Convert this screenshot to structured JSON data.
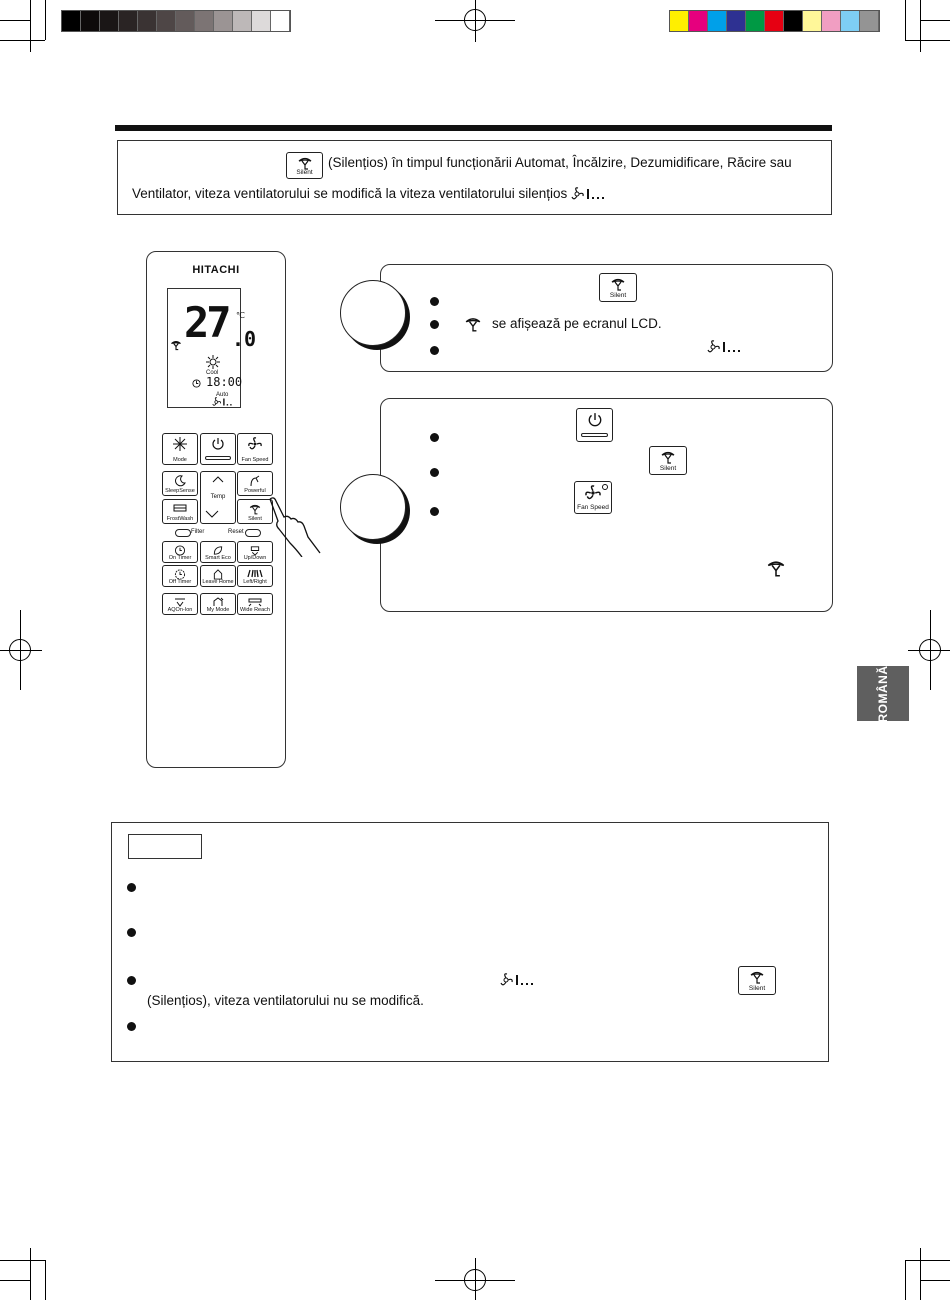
{
  "swatches": {
    "gray": [
      "#000000",
      "#0d0a0a",
      "#1a1616",
      "#2a2424",
      "#3a3333",
      "#4e4646",
      "#635b5b",
      "#7c7474",
      "#9b9494",
      "#bdb8b8",
      "#dddada",
      "#ffffff"
    ],
    "color": [
      "#ffef00",
      "#e6007e",
      "#00a0e9",
      "#2e3192",
      "#009944",
      "#e60012",
      "#000000",
      "#fff799",
      "#f19ec2",
      "#7ecef4",
      "#949494"
    ]
  },
  "intro": {
    "line1": "(Silențios) în timpul funcționării Automat, Încălzire, Dezumidificare, Răcire sau",
    "line2": "Ventilator, viteza ventilatorului se modifică la viteza ventilatorului silențios"
  },
  "buttons": {
    "silent": "Silent",
    "fan_speed": "Fan Speed"
  },
  "remote": {
    "brand": "HITACHI",
    "lcd": {
      "temp": "27",
      "decimal": ".0",
      "unit": "℃",
      "mode": "Cool",
      "time": "18:00",
      "fan": "Auto"
    },
    "keys": {
      "mode": "Mode",
      "fan_speed": "Fan Speed",
      "sleepsense": "SleepSense",
      "temp": "Temp",
      "powerful": "Powerful",
      "frostwash": "FrostWash",
      "silent": "Silent",
      "filter": "Filter",
      "reset": "Reset",
      "on_timer": "On Timer",
      "smart_eco": "Smart Eco",
      "up_down": "Up/Down",
      "off_timer": "Off Timer",
      "leave_home": "Leave Home",
      "left_right": "Left/Right",
      "aqoin": "AQOn-Ion",
      "my_mode": "My Mode",
      "wide_reach": "Wide Reach"
    }
  },
  "step1": {
    "lcd_line": "se afișează pe ecranul LCD."
  },
  "side_tab": "ROMÂNĂ",
  "note": {
    "line3b": "(Silențios), viteza ventilatorului nu se modifică."
  },
  "colors": {
    "side_tab_bg": "#5f5f5f",
    "ink": "#111111"
  }
}
